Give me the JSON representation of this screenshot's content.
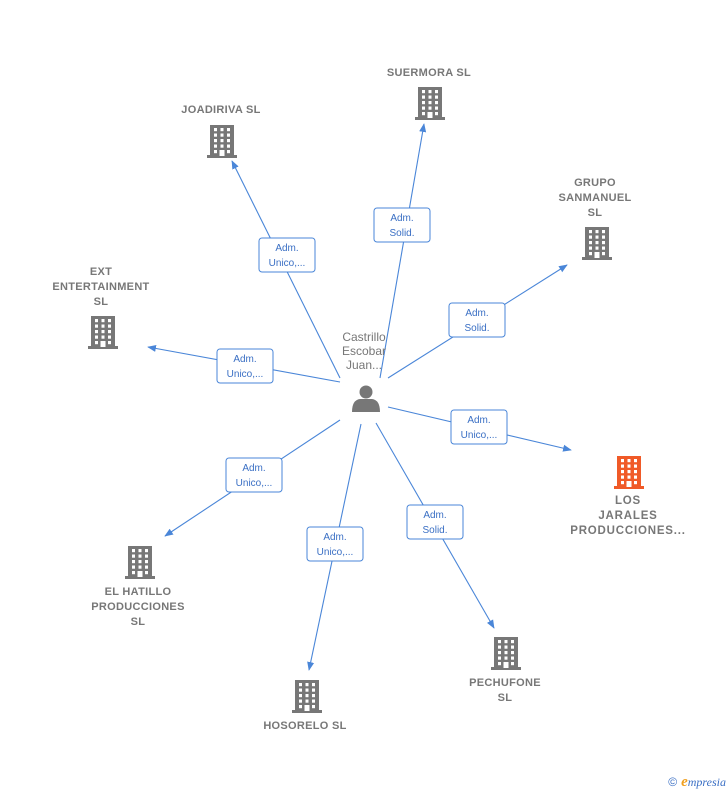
{
  "person": {
    "name_lines": [
      "Castrillo",
      "Escobar",
      "Juan..."
    ]
  },
  "companies": [
    {
      "id": "suermora",
      "lines": [
        "SUERMORA  SL"
      ],
      "highlight": false
    },
    {
      "id": "joadiriva",
      "lines": [
        "JOADIRIVA  SL"
      ],
      "highlight": false
    },
    {
      "id": "grupo-sanmanuel",
      "lines": [
        "GRUPO",
        "SANMANUEL",
        "SL"
      ],
      "highlight": false
    },
    {
      "id": "ext-entertainment",
      "lines": [
        "EXT",
        "ENTERTAINMENT",
        "SL"
      ],
      "highlight": false
    },
    {
      "id": "los-jarales",
      "lines": [
        "LOS",
        "JARALES",
        "PRODUCCIONES..."
      ],
      "highlight": true
    },
    {
      "id": "el-hatillo",
      "lines": [
        "EL HATILLO",
        "PRODUCCIONES",
        "SL"
      ],
      "highlight": false
    },
    {
      "id": "hosorelo",
      "lines": [
        "HOSORELO  SL"
      ],
      "highlight": false
    },
    {
      "id": "pechufone",
      "lines": [
        "PECHUFONE",
        "SL"
      ],
      "highlight": false
    }
  ],
  "relations": [
    {
      "to": "suermora",
      "role_lines": [
        "Adm.",
        "Solid."
      ]
    },
    {
      "to": "joadiriva",
      "role_lines": [
        "Adm.",
        "Unico,..."
      ]
    },
    {
      "to": "grupo-sanmanuel",
      "role_lines": [
        "Adm.",
        "Solid."
      ]
    },
    {
      "to": "ext-entertainment",
      "role_lines": [
        "Adm.",
        "Unico,..."
      ]
    },
    {
      "to": "los-jarales",
      "role_lines": [
        "Adm.",
        "Unico,..."
      ]
    },
    {
      "to": "el-hatillo",
      "role_lines": [
        "Adm.",
        "Unico,..."
      ]
    },
    {
      "to": "hosorelo",
      "role_lines": [
        "Adm.",
        "Unico,..."
      ]
    },
    {
      "to": "pechufone",
      "role_lines": [
        "Adm.",
        "Solid."
      ]
    }
  ],
  "colors": {
    "edge": "#4a86d8",
    "building": "#777777",
    "building_highlight": "#f05a28",
    "person_icon": "#777777"
  },
  "icons": {
    "company": "building-icon",
    "person": "person-icon"
  },
  "footer": {
    "copyright": "©",
    "brand_initial": "e",
    "brand_rest": "mpresia"
  }
}
